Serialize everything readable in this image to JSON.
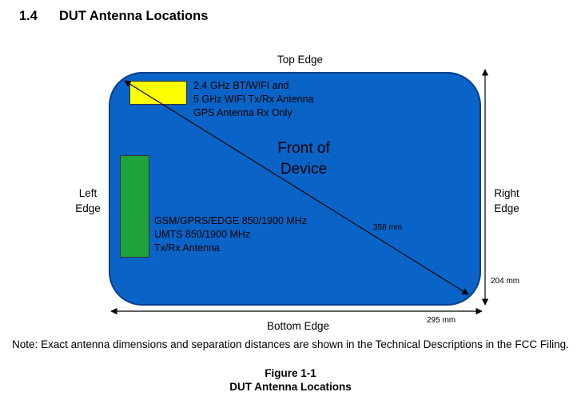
{
  "heading": {
    "number": "1.4",
    "title": "DUT Antenna Locations"
  },
  "diagram": {
    "edges": {
      "top": "Top Edge",
      "bottom": "Bottom Edge",
      "left": [
        "Left",
        "Edge"
      ],
      "right": [
        "Right",
        "Edge"
      ]
    },
    "front_label": [
      "Front of",
      "Device"
    ],
    "wifi_antenna": {
      "color": "#ffff00",
      "lines": [
        "2.4 GHz BT/WIFI and",
        "5 GHz WIFI Tx/Rx Antenna",
        "GPS Antenna Rx Only"
      ]
    },
    "cellular_antenna": {
      "color": "#1ea33a",
      "lines": [
        "GSM/GPRS/EDGE 850/1900 MHz",
        "UMTS 850/1900 MHz",
        "Tx/Rx Antenna"
      ]
    },
    "device_color": "#0a63c6",
    "dimensions": {
      "diagonal": "358 mm",
      "height": "204 mm",
      "width": "295 mm"
    }
  },
  "note": "Note: Exact antenna dimensions and separation distances are shown in the Technical Descriptions in the FCC Filing.",
  "figure": {
    "number": "Figure 1-1",
    "caption": "DUT Antenna Locations"
  }
}
